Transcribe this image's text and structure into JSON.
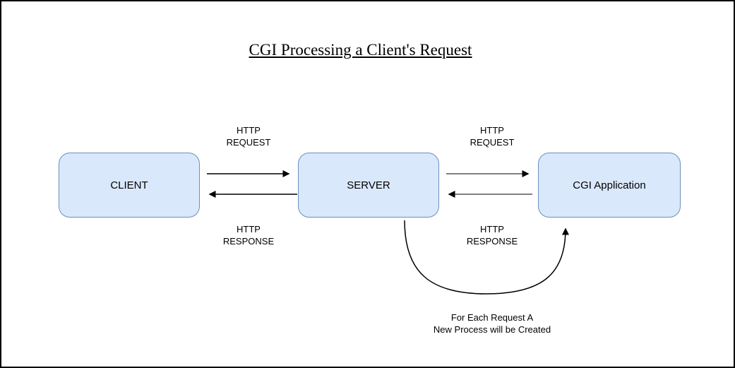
{
  "title": "CGI Processing a Client's Request",
  "nodes": {
    "client": {
      "label": "CLIENT"
    },
    "server": {
      "label": "SERVER"
    },
    "cgi": {
      "label": "CGI Application"
    }
  },
  "edge_labels": {
    "client_server_request": "HTTP\nREQUEST",
    "client_server_response": "HTTP\nRESPONSE",
    "server_cgi_request": "HTTP\nREQUEST",
    "server_cgi_response": "HTTP\nRESPONSE"
  },
  "note": "For Each Request A\nNew Process will be Created",
  "colors": {
    "node_fill": "#dae8fc",
    "node_border": "#6c8ebf",
    "arrow_primary": "#000000",
    "arrow_secondary": "#808080",
    "canvas_border": "#000000",
    "background": "#ffffff"
  }
}
